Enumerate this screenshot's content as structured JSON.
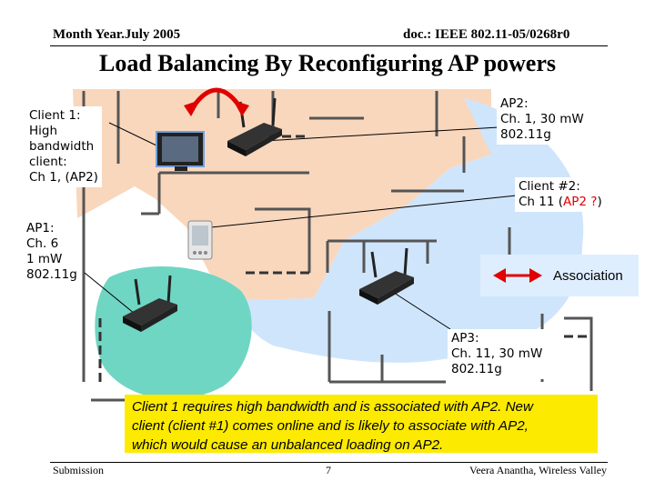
{
  "header": {
    "left": "Month Year.July 2005",
    "right": "doc.: IEEE 802.11-05/0268r0"
  },
  "title": "Load Balancing By Reconfiguring AP powers",
  "callouts": {
    "client1": [
      "Client 1:",
      "High",
      "bandwidth",
      "client:",
      "Ch 1, (AP2)"
    ],
    "ap1": [
      "AP1:",
      "Ch. 6",
      "1 mW",
      "802.11g"
    ],
    "ap2": [
      "AP2:",
      "Ch. 1, 30 mW",
      "802.11g"
    ],
    "client2": {
      "line1": "Client #2:",
      "line2_prefix": "Ch 11 (",
      "line2_highlight": "AP2 ?",
      "line2_suffix": ")"
    },
    "ap3": [
      "AP3:",
      "Ch. 11, 30 mW",
      "802.11g"
    ]
  },
  "legend": {
    "label": "Association",
    "arrow_color": "#e00000"
  },
  "note": [
    "Client 1 requires high bandwidth and is associated with AP2. New",
    "client (client #1) comes online and is likely to associate with AP2,",
    "which would cause an unbalanced loading on AP2."
  ],
  "footer": {
    "left": "Submission",
    "center": "7",
    "right": "Veera Anantha, Wireless Valley"
  },
  "colors": {
    "ap2_coverage": "#f9d7bd",
    "ap3_coverage": "#cfe5fb",
    "ap1_coverage": "#6fd6c3",
    "note_bg": "#fcea00",
    "association_arrow": "#e00000"
  }
}
